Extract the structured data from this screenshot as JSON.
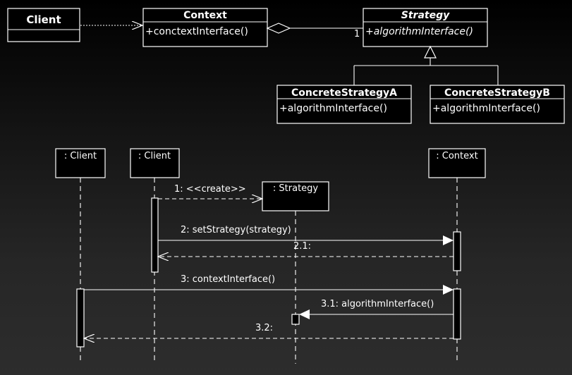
{
  "class_diagram": {
    "client": {
      "name": "Client"
    },
    "context": {
      "name": "Context",
      "operation": "+conctextInterface()"
    },
    "strategy": {
      "name": "Strategy",
      "operation": "+algorithmInterface()",
      "multiplicity": "1"
    },
    "concrete_a": {
      "name": "ConcreteStrategyA",
      "operation": "+algorithmInterface()"
    },
    "concrete_b": {
      "name": "ConcreteStrategyB",
      "operation": "+algorithmInterface()"
    }
  },
  "sequence_diagram": {
    "lifelines": [
      {
        "label": ": Client"
      },
      {
        "label": ": Client"
      },
      {
        "label": ": Strategy"
      },
      {
        "label": ": Context"
      }
    ],
    "messages": [
      {
        "label": "1: <<create>>"
      },
      {
        "label": "2: setStrategy(strategy)"
      },
      {
        "label": "2.1:"
      },
      {
        "label": "3: contextInterface()"
      },
      {
        "label": "3.1: algorithmInterface()"
      },
      {
        "label": "3.2:"
      }
    ]
  }
}
